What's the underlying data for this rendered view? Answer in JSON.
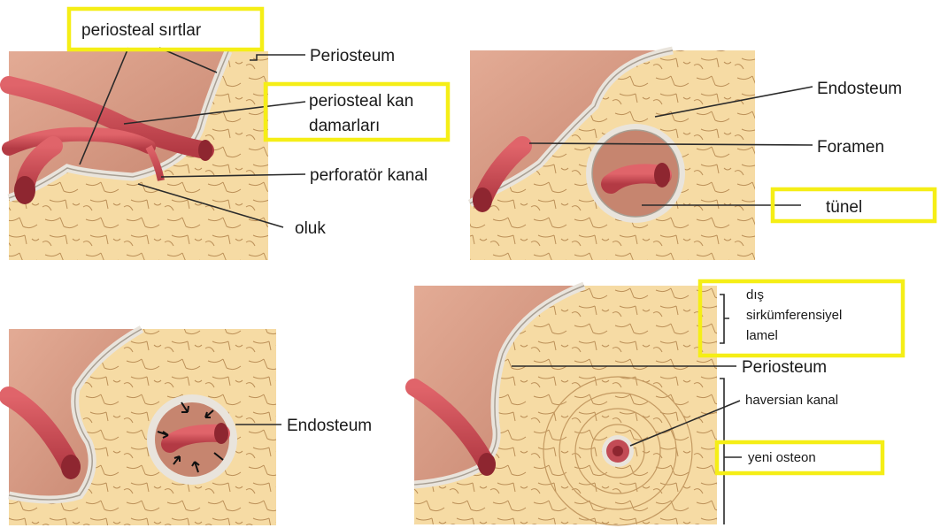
{
  "labels": {
    "periosteal_ridges": "periosteal sırtlar",
    "periosteum_1": "Periosteum",
    "periosteal_vessels_line1": "periosteal kan",
    "periosteal_vessels_line2": "damarları",
    "perforating_canal": "perforatör kanal",
    "groove": "oluk",
    "endosteum_1": "Endosteum",
    "foramen": "Foramen",
    "tunnel": "tünel",
    "endosteum_2": "Endosteum",
    "outer_lamellae_line1": "dış",
    "outer_lamellae_line2": "sirkümferensiyel",
    "outer_lamellae_line3": "lamel",
    "periosteum_2": "Periosteum",
    "haversian_canal": "haversian kanal",
    "new_osteon": "yeni osteon"
  },
  "colors": {
    "bone": "#f6dba4",
    "bone_line": "#b98d55",
    "vessel": "#d24a52",
    "vessel_dark": "#8e2630",
    "surface": "#d59a86",
    "membrane": "#e9e4dc",
    "highlight": "#f5ee16"
  }
}
